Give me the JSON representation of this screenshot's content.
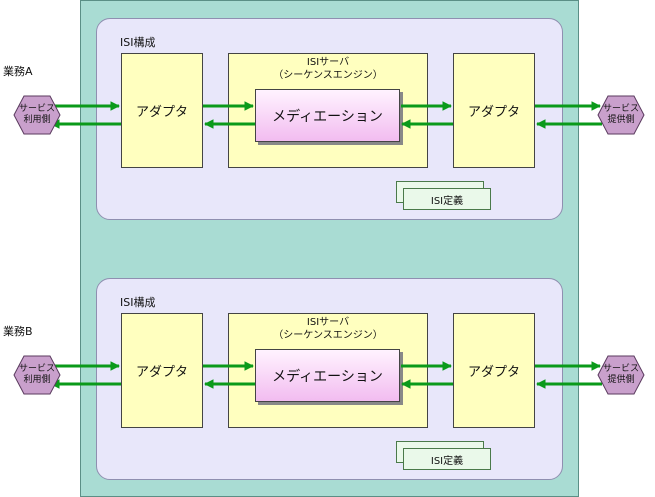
{
  "groups": [
    {
      "business": "業務A",
      "config": "ISI構成",
      "server_title": "ISIサーバ",
      "server_sub": "（シーケンスエンジン）",
      "mediation": "メディエーション",
      "adapter_left": "アダプタ",
      "adapter_right": "アダプタ",
      "definition": "ISI定義",
      "consumer": [
        "サービス",
        "利用側"
      ],
      "provider": [
        "サービス",
        "提供側"
      ]
    },
    {
      "business": "業務B",
      "config": "ISI構成",
      "server_title": "ISIサーバ",
      "server_sub": "（シーケンスエンジン）",
      "mediation": "メディエーション",
      "adapter_left": "アダプタ",
      "adapter_right": "アダプタ",
      "definition": "ISI定義",
      "consumer": [
        "サービス",
        "利用側"
      ],
      "provider": [
        "サービス",
        "提供側"
      ]
    }
  ],
  "colors": {
    "outer": "#a9dcd3",
    "group": "#e8e7fa",
    "box": "#ffffbf",
    "mediation": "#f2bcf0",
    "arrow": "#0a9a1a",
    "hexagon": "#c9a0cc"
  }
}
